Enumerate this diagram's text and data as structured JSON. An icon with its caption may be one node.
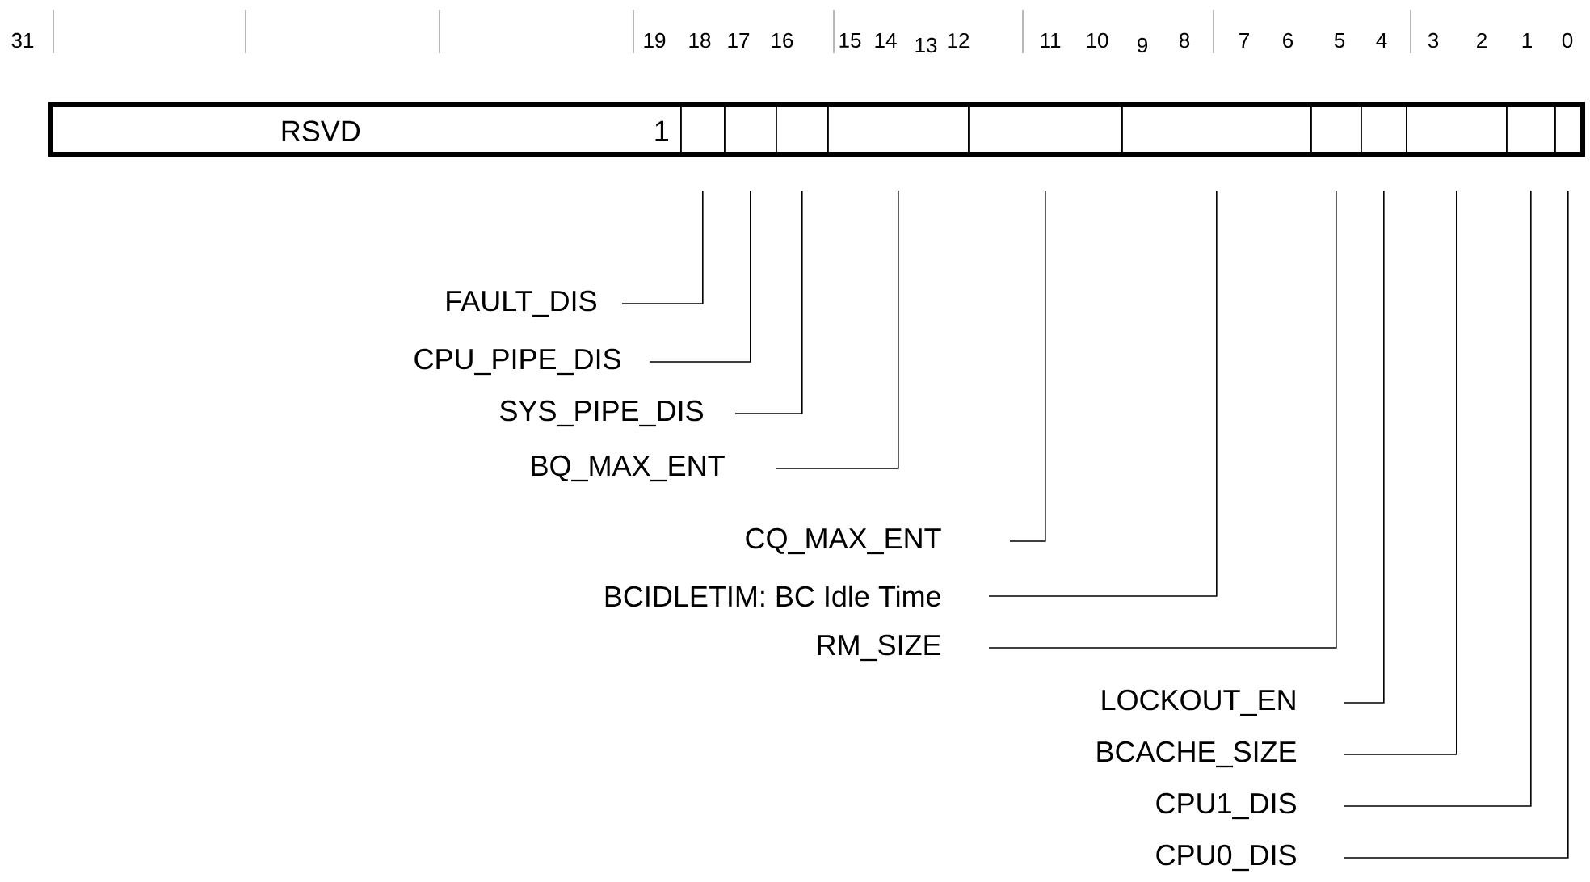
{
  "diagram": {
    "nodes": [
      {
        "text": [],
        "shape": "box"
      },
      {
        "text": [
          "RSVD",
          "1"
        ],
        "in": 0
      },
      {
        "text": [],
        "shape": "box",
        "in": 0
      },
      {
        "text": [],
        "shape": "box",
        "in": 0
      },
      {
        "text": [],
        "shape": "box",
        "in": 0
      },
      {
        "text": [],
        "shape": "box",
        "in": 0
      },
      {
        "text": [],
        "shape": "box",
        "in": 0
      },
      {
        "text": [],
        "shape": "box",
        "in": 0
      },
      {
        "text": [],
        "shape": "box",
        "in": 0
      },
      {
        "text": [],
        "shape": "box",
        "in": 0
      },
      {
        "text": [],
        "shape": "box",
        "in": 0
      },
      {
        "text": [],
        "shape": "box",
        "in": 0
      },
      {
        "text": [],
        "shape": "box",
        "in": 0
      },
      {
        "text": [
          "FAULT_DIS"
        ]
      },
      {
        "text": [
          "CPU_PIPE_DIS"
        ]
      },
      {
        "text": [
          "SYS_PIPE_DIS"
        ]
      },
      {
        "text": [
          "BQ_MAX_ENT"
        ]
      },
      {
        "text": [
          "CQ_MAX_ENT"
        ]
      },
      {
        "text": [
          "BCIDLETIM: BC Idle Time"
        ]
      },
      {
        "text": [
          "RM_SIZE"
        ]
      },
      {
        "text": [
          "LOCKOUT_EN"
        ]
      },
      {
        "text": [
          "BCACHE_SIZE"
        ]
      },
      {
        "text": [
          "CPU1_DIS"
        ]
      },
      {
        "text": [
          "CPU0_DIS"
        ]
      }
    ],
    "edges": [
      {
        "from": 13,
        "to": 2,
        "arrow": "none"
      },
      {
        "from": 14,
        "to": 3,
        "arrow": "none"
      },
      {
        "from": 15,
        "to": 4,
        "arrow": "none"
      },
      {
        "from": 16,
        "to": 5,
        "arrow": "none"
      },
      {
        "from": 17,
        "to": 6,
        "arrow": "none"
      },
      {
        "from": 18,
        "to": 7,
        "arrow": "none"
      },
      {
        "from": 19,
        "to": 8,
        "arrow": "none"
      },
      {
        "from": 20,
        "to": 9,
        "arrow": "none"
      },
      {
        "from": 21,
        "to": 10,
        "arrow": "none"
      },
      {
        "from": 22,
        "to": 11,
        "arrow": "none"
      },
      {
        "from": 23,
        "to": 12,
        "arrow": "none"
      }
    ],
    "labels": [
      "31",
      "19",
      "18",
      "17",
      "16",
      "15",
      "14",
      "13",
      "12",
      "11",
      "10",
      "9",
      "8",
      "7",
      "6",
      "5",
      "4",
      "3",
      "2",
      "1",
      "0"
    ]
  }
}
